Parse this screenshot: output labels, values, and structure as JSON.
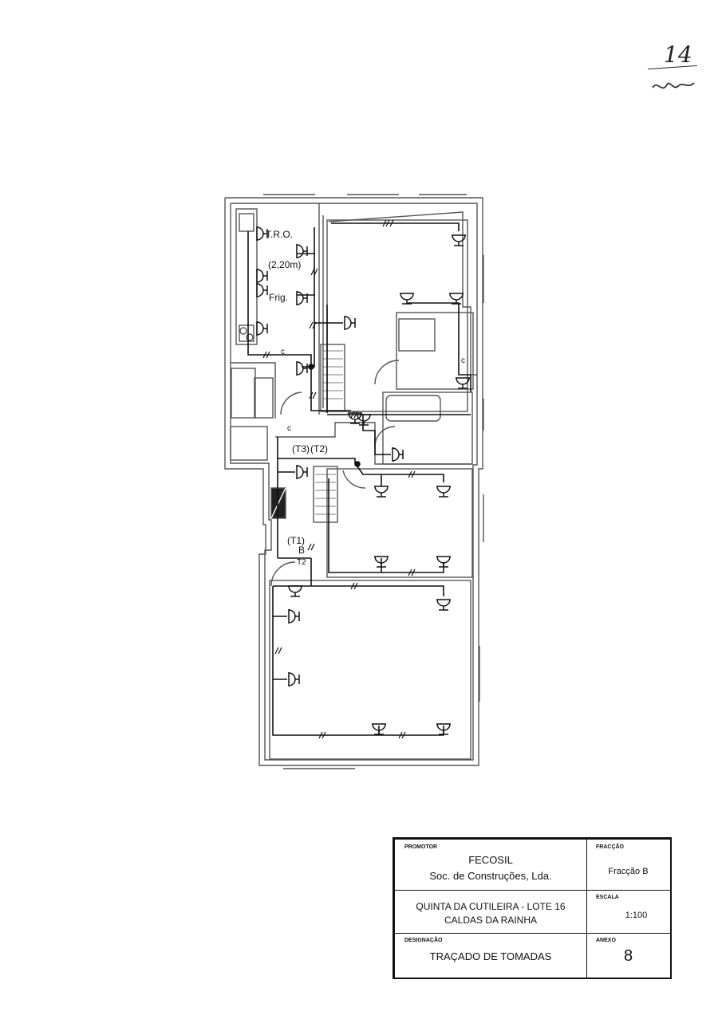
{
  "plan": {
    "labels": {
      "tro": "T.R.O.",
      "height": "(2,20m)",
      "frig": "Frig.",
      "c": "c",
      "t3": "(T3)",
      "t2": "(T2)",
      "t1": "(T1)",
      "b": "B",
      "t2b": "T2"
    },
    "outlet_count": 26
  },
  "corner_mark": {
    "number": "14"
  },
  "title_block": {
    "promotor_label": "PROMOTOR",
    "promotor_name": "FECOSIL",
    "promotor_company": "Soc. de Construções, Lda.",
    "fraccao_label": "FRACÇÃO",
    "fraccao_value": "Fracção B",
    "project_line1": "QUINTA DA CUTILEIRA - LOTE 16",
    "project_line2": "CALDAS DA RAINHA",
    "escala_label": "ESCALA",
    "escala_value": "1:100",
    "designacao_label": "DESIGNAÇÃO",
    "designacao_value": "TRAÇADO DE TOMADAS",
    "anexo_label": "ANEXO",
    "anexo_value": "8"
  },
  "colors": {
    "ink": "#111111",
    "wall": "#555555"
  }
}
